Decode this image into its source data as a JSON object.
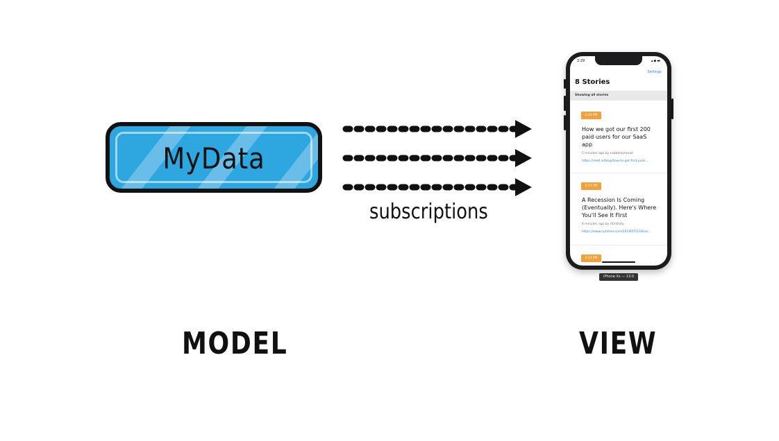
{
  "model": {
    "label": "MyData",
    "caption": "MODEL",
    "fill": "#2ea6df"
  },
  "connector": {
    "label": "subscriptions"
  },
  "view": {
    "caption": "VIEW",
    "device_label": "iPhone Xs — 13.0",
    "status_time": "2:29",
    "status_icons": "▴◆▬",
    "settings_label": "Settings",
    "title": "8 Stories",
    "filter_text": "Showing all stories",
    "stories": [
      {
        "time": "2:24 PM",
        "title": "How we got our first 200 paid users for our SaaS app",
        "meta": "5 minutes ago by sabbeleymead",
        "link": "https://reed.io/blog/how-to-get-first-paid-..."
      },
      {
        "time": "2:23 PM",
        "title": "A Recession Is Coming (Eventually). Here's Where You'll See It First",
        "meta": "6 minutes ago by r0m0c0y",
        "link": "https://www.nytimes.com/2019/07/23/busi..."
      },
      {
        "time": "2:23 PM"
      }
    ],
    "accent": "#f2a03c",
    "link_color": "#2f7ef6"
  }
}
